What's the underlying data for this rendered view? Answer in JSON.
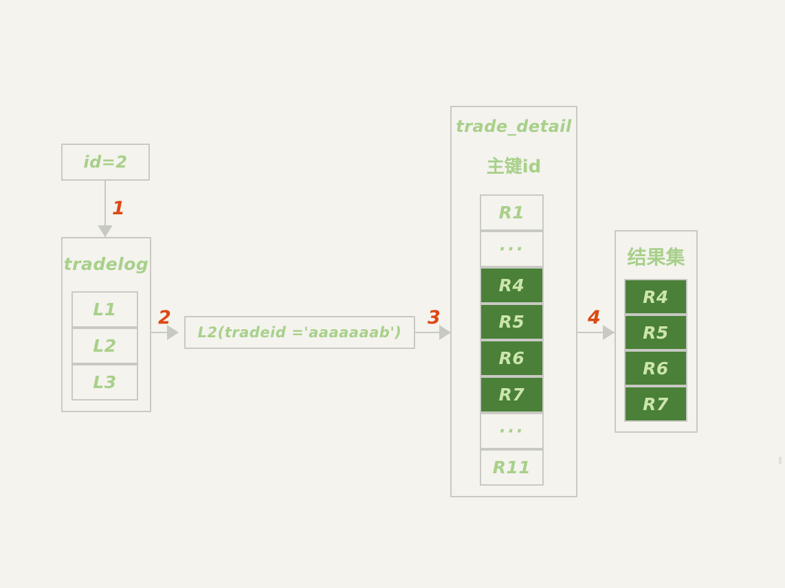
{
  "diagram": {
    "title": "MySQL index lookup flow diagram",
    "background_color": "#f4f3ee",
    "accent_green": "#a8d08a",
    "fill_green": "#4a8038",
    "step_color": "#dc4814",
    "border_color": "#c9c9c4"
  },
  "input_box": {
    "label": "id=2"
  },
  "tradelog": {
    "title": "tradelog",
    "rows": [
      {
        "label": "L1",
        "highlighted": false
      },
      {
        "label": "L2",
        "highlighted": false
      },
      {
        "label": "L3",
        "highlighted": false
      }
    ]
  },
  "query_box": {
    "label": "L2(tradeid ='aaaaaaab')"
  },
  "trade_detail": {
    "title": "trade_detail",
    "subtitle": "主键id",
    "rows": [
      {
        "label": "R1",
        "highlighted": false
      },
      {
        "label": "···",
        "highlighted": false
      },
      {
        "label": "R4",
        "highlighted": true
      },
      {
        "label": "R5",
        "highlighted": true
      },
      {
        "label": "R6",
        "highlighted": true
      },
      {
        "label": "R7",
        "highlighted": true
      },
      {
        "label": "···",
        "highlighted": false
      },
      {
        "label": "R11",
        "highlighted": false
      }
    ]
  },
  "result_set": {
    "title": "结果集",
    "rows": [
      {
        "label": "R4",
        "highlighted": true
      },
      {
        "label": "R5",
        "highlighted": true
      },
      {
        "label": "R6",
        "highlighted": true
      },
      {
        "label": "R7",
        "highlighted": true
      }
    ]
  },
  "steps": [
    {
      "number": "1"
    },
    {
      "number": "2"
    },
    {
      "number": "3"
    },
    {
      "number": "4"
    }
  ]
}
